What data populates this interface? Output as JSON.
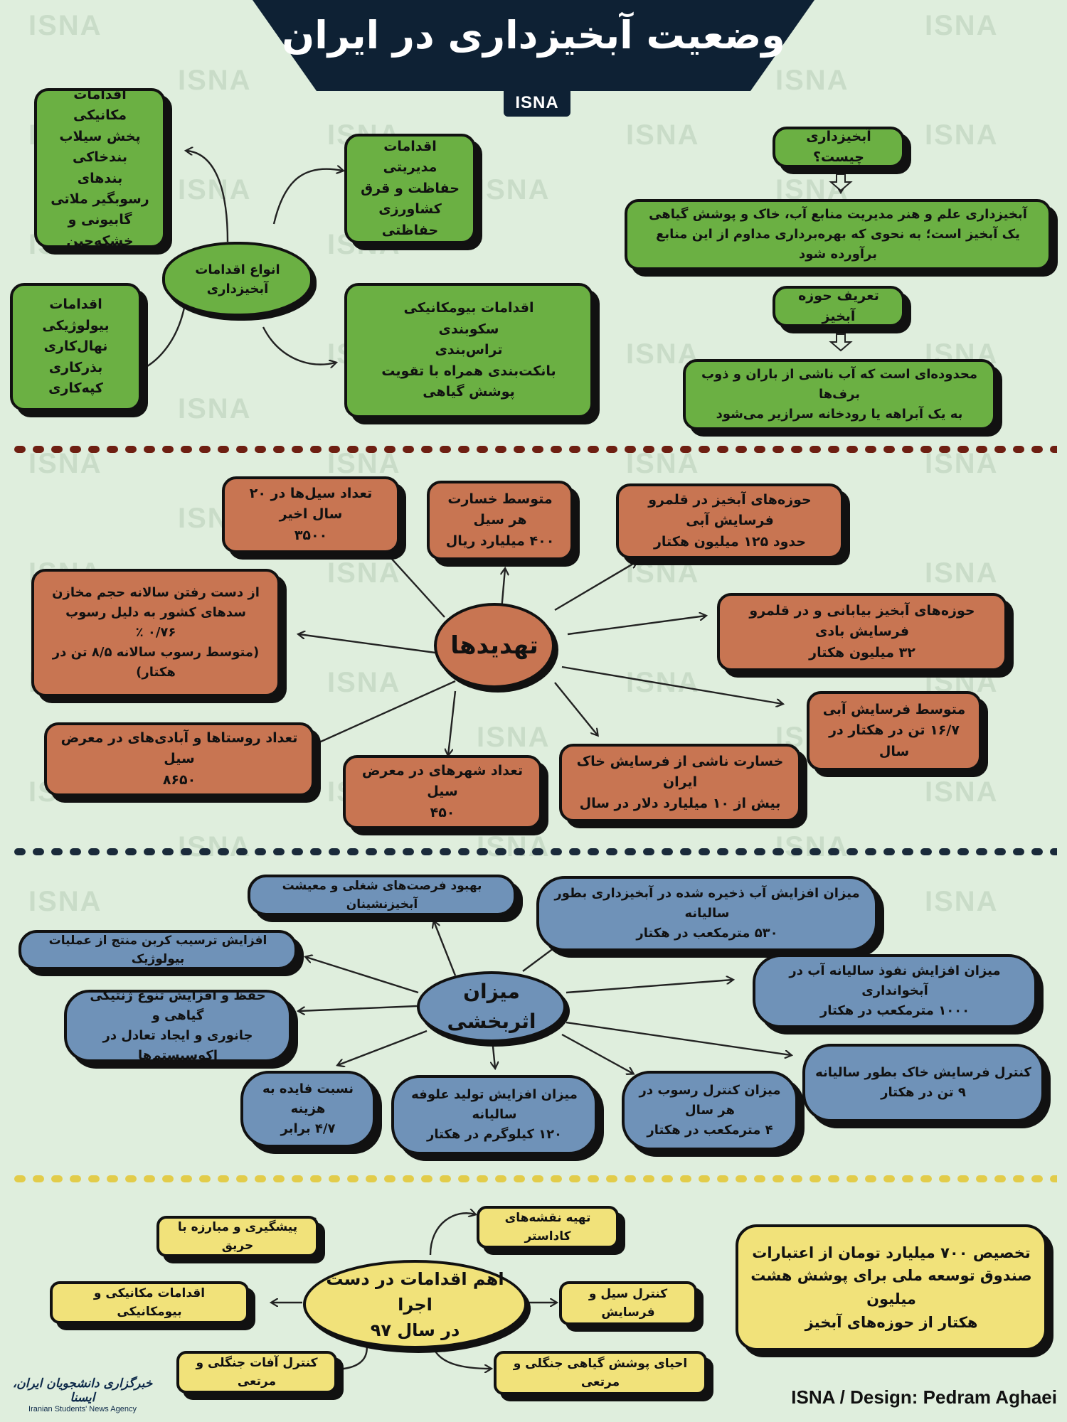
{
  "title": "وضعیت آبخیزداری در ایران",
  "badge": "ISNA",
  "watermark": "ISNA",
  "colors": {
    "green": "#6bb043",
    "brick": "#c87552",
    "blue": "#6f92b8",
    "yellow": "#f1e27a",
    "navy": "#0e2134",
    "background": "#dfeedd"
  },
  "section1": {
    "center": "انواع اقدامات آبخیزداری",
    "mechanical": {
      "heading": "اقدامات مکانیکی",
      "items": [
        "پخش سیلاب",
        "بندخاکی",
        "بندهای رسوبگیر ملاتی",
        "گابیونی و خشکه‌چین"
      ]
    },
    "managerial": {
      "heading": "اقدامات مدیریتی",
      "items": [
        "حفاظت و قرق",
        "کشاورزی حفاظتی"
      ]
    },
    "biological": {
      "heading": "اقدامات بیولوژیکی",
      "items": [
        "نهال‌کاری",
        "بذرکاری",
        "کپه‌کاری"
      ]
    },
    "biomechanical": {
      "heading": "اقدامات بیومکانیکی",
      "items": [
        "سکوبندی",
        "تراس‌بندی",
        "بانکت‌بندی همراه با تقویت پوشش گیاهی"
      ]
    },
    "what_q": "آبخیزداری چیست؟",
    "what_a": [
      "آبخیزداری علم و هنر مدیریت منابع آب، خاک و پوشش گیاهی",
      "یک آبخیز است؛ به نحوی که بهره‌برداری مداوم از این منابع برآورده شود"
    ],
    "basin_q": "تعریف حوزه آبخیز",
    "basin_a": [
      "محدوده‌ای است که آب ناشی از باران و ذوب برف‌ها",
      "به یک آبراهه یا رودخانه سرازیر می‌شود"
    ]
  },
  "section2": {
    "center": "تهدیدها",
    "items": [
      {
        "label": "تعداد سیل‌ها در ۲۰ سال اخیر",
        "value": "۳۵۰۰"
      },
      {
        "label": "متوسط خسارت هر سیل",
        "value": "۴۰۰ میلیارد ریال"
      },
      {
        "label": "حوزه‌های آبخیز در قلمرو فرسایش آبی",
        "value": "حدود ۱۲۵ میلیون هکتار"
      },
      {
        "label": "از دست رفتن سالانه حجم مخازن",
        "label2": "سدهای کشور به دلیل رسوب",
        "value": "۰/۷۶ ٪",
        "note": "(متوسط رسوب سالانه ۸/۵ تن در هکتار)"
      },
      {
        "label": "حوزه‌های آبخیز بیابانی و در قلمرو فرسایش بادی",
        "value": "۳۲ میلیون هکتار"
      },
      {
        "label": "متوسط فرسایش آبی",
        "value": "۱۶/۷ تن در هکتار در سال"
      },
      {
        "label": "تعداد روستاها و آبادی‌های در معرض سیل",
        "value": "۸۶۵۰"
      },
      {
        "label": "تعداد شهرهای در معرض سیل",
        "value": "۴۵۰"
      },
      {
        "label": "خسارت ناشی از فرسایش خاک ایران",
        "value": "بیش از ۱۰ میلیارد دلار در سال"
      }
    ]
  },
  "section3": {
    "center": "میزان اثربخشی",
    "items": [
      {
        "label": "بهبود فرصت‌های شغلی و معیشت آبخیزنشینان"
      },
      {
        "label": "میزان افزایش آب ذخیره شده در آبخیزداری بطور سالیانه",
        "value": "۵۳۰ مترمکعب در هکتار"
      },
      {
        "label": "افزایش ترسیب کربن منتج از عملیات بیولوژیک"
      },
      {
        "label": "میزان افزایش نفوذ سالیانه آب در آبخوانداری",
        "value": "۱۰۰۰ مترمکعب در هکتار"
      },
      {
        "label": "حفظ و افزایش تنوع ژنتیکی گیاهی و",
        "label2": "جانوری و ایجاد تعادل در اکوسیستم‌ها"
      },
      {
        "label": "کنترل فرسایش خاک بطور سالیانه",
        "value": "۹ تن در هکتار"
      },
      {
        "label": "نسبت فایده به هزینه",
        "value": "۴/۷ برابر"
      },
      {
        "label": "میزان افزایش تولید علوفه سالیانه",
        "value": "۱۲۰ کیلوگرم در هکتار"
      },
      {
        "label": "میزان کنترل رسوب در هر سال",
        "value": "۴ مترمکعب در هکتار"
      }
    ]
  },
  "section4": {
    "center": [
      "اهم اقدامات در دست اجرا",
      "در سال ۹۷"
    ],
    "items": [
      "پیشگیری و مبارزه با حریق",
      "تهیه نقشه‌های کاداستر",
      "اقدامات مکانیکی و بیومکانیکی",
      "کنترل سیل و فرسایش",
      "کنترل آفات جنگلی و مرتعی",
      "احیای پوشش گیاهی جنگلی و مرتعی"
    ],
    "allocation": [
      "تخصیص ۷۰۰ میلیارد تومان از اعتبارات",
      "صندوق توسعه ملی برای پوشش هشت میلیون",
      "هکتار از حوزه‌های آبخیز"
    ]
  },
  "logo": {
    "fa": "خبرگزاری دانشجویان ایران، ایسنا",
    "en": "Iranian Students' News Agency"
  },
  "credit": "ISNA / Design: Pedram Aghaei"
}
